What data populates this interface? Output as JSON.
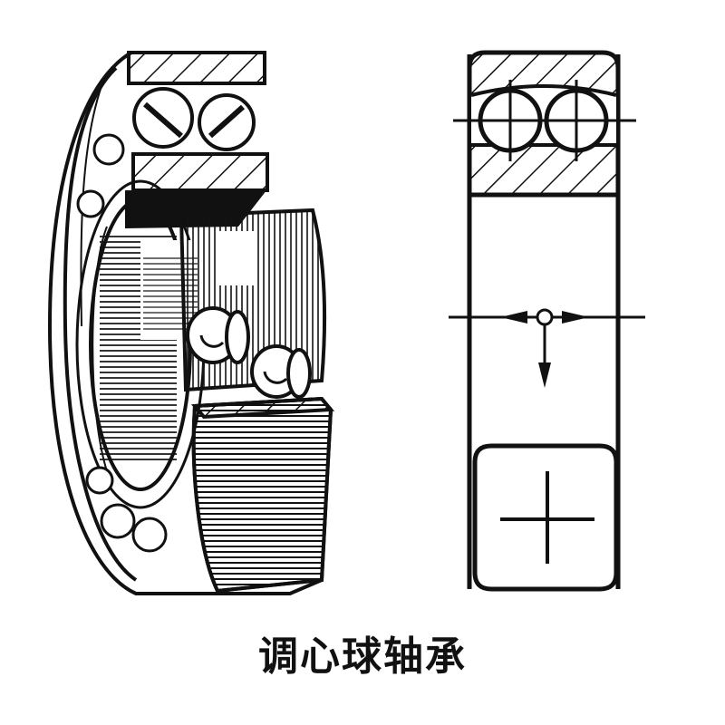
{
  "figure": {
    "caption": "调心球轴承",
    "ink_color": "#111111",
    "background": "#ffffff"
  },
  "left_view": {
    "name": "cutaway perspective drawing",
    "components": [
      "outer-ring",
      "inner-ring",
      "double-row-balls",
      "cage",
      "hatched-section"
    ]
  },
  "right_view": {
    "name": "simplified symbol",
    "components": [
      "hatched-outer-section",
      "two-ball-circles",
      "centerline",
      "load-arrows",
      "center-point",
      "cross-symbol-box"
    ]
  }
}
